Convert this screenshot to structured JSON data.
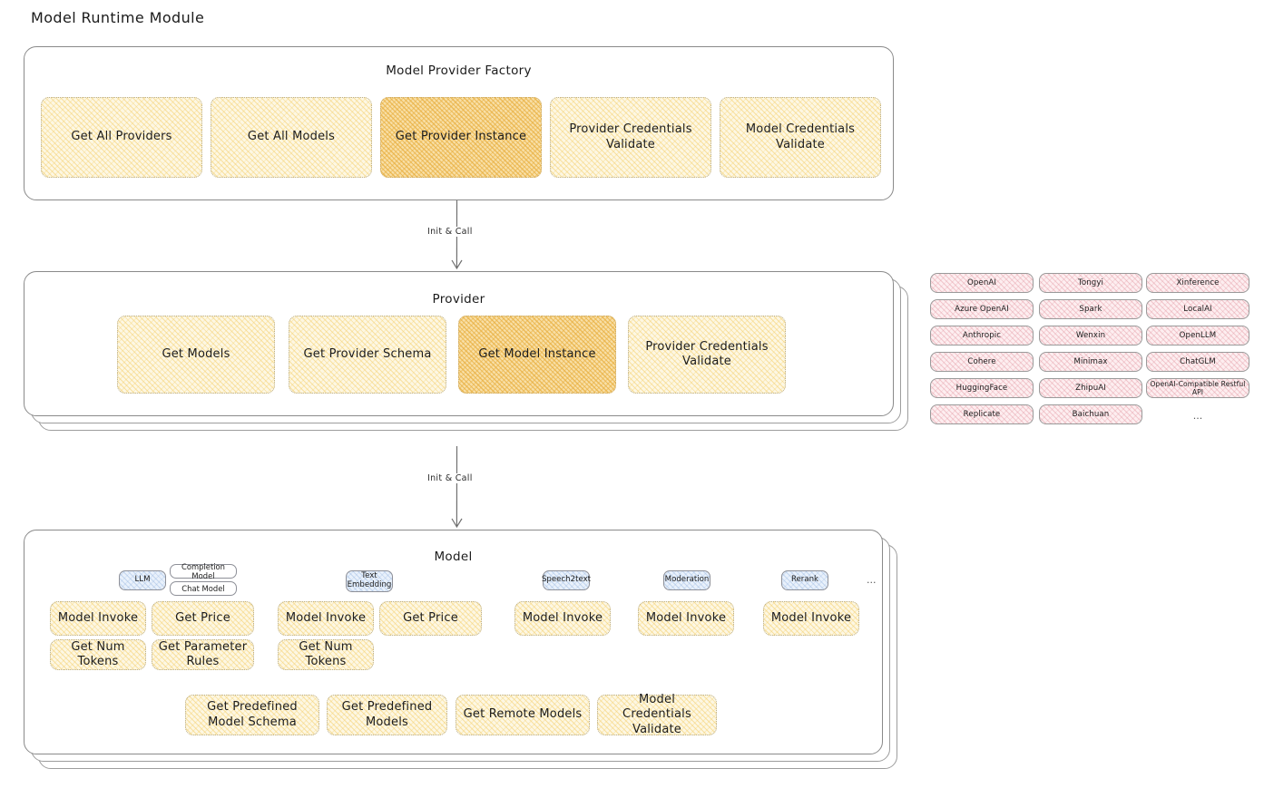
{
  "title": "Model Runtime Module",
  "factory": {
    "title": "Model Provider Factory",
    "boxes": [
      {
        "label": "Get All Providers",
        "highlight": false
      },
      {
        "label": "Get All Models",
        "highlight": false
      },
      {
        "label": "Get Provider Instance",
        "highlight": true
      },
      {
        "label": "Provider Credentials Validate",
        "highlight": false
      },
      {
        "label": "Model Credentials Validate",
        "highlight": false
      }
    ]
  },
  "arrow_top": {
    "label": "Init & Call"
  },
  "arrow_bottom": {
    "label": "Init & Call"
  },
  "provider": {
    "title": "Provider",
    "boxes": [
      {
        "label": "Get Models",
        "highlight": false
      },
      {
        "label": "Get Provider Schema",
        "highlight": false
      },
      {
        "label": "Get Model Instance",
        "highlight": true
      },
      {
        "label": "Provider Credentials Validate",
        "highlight": false
      }
    ]
  },
  "provider_list": {
    "columns": [
      {
        "items": [
          "OpenAI",
          "Azure OpenAI",
          "Anthropic",
          "Cohere",
          "HuggingFace",
          "Replicate"
        ],
        "more": ""
      },
      {
        "items": [
          "Tongyi",
          "Spark",
          "Wenxin",
          "Minimax",
          "ZhipuAI",
          "Baichuan"
        ],
        "more": ""
      },
      {
        "items": [
          "Xinference",
          "LocalAI",
          "OpenLLM",
          "ChatGLM",
          "OpenAI-Compatible Restful API"
        ],
        "more": "..."
      }
    ]
  },
  "model": {
    "title": "Model",
    "more": "...",
    "types": [
      {
        "name": "LLM",
        "subtypes": [
          "Completion Model",
          "Chat Model"
        ],
        "methods": [
          {
            "label": "Model Invoke",
            "highlight": true
          },
          {
            "label": "Get Price",
            "highlight": false
          },
          {
            "label": "Get Num Tokens",
            "highlight": false
          },
          {
            "label": "Get Parameter Rules",
            "highlight": false
          }
        ]
      },
      {
        "name": "Text Embedding",
        "subtypes": [],
        "methods": [
          {
            "label": "Model Invoke",
            "highlight": true
          },
          {
            "label": "Get Price",
            "highlight": false
          },
          {
            "label": "Get Num Tokens",
            "highlight": false
          }
        ]
      },
      {
        "name": "Speech2text",
        "subtypes": [],
        "methods": [
          {
            "label": "Model Invoke",
            "highlight": true
          }
        ]
      },
      {
        "name": "Moderation",
        "subtypes": [],
        "methods": [
          {
            "label": "Model Invoke",
            "highlight": true
          }
        ]
      },
      {
        "name": "Rerank",
        "subtypes": [],
        "methods": [
          {
            "label": "Model Invoke",
            "highlight": true
          }
        ]
      }
    ],
    "shared_methods": [
      {
        "label": "Get Predefined Model Schema"
      },
      {
        "label": "Get Predefined Models"
      },
      {
        "label": "Get Remote Models"
      },
      {
        "label": "Model Credentials Validate"
      }
    ]
  },
  "colors": {
    "node_fill": "#fdf7e3",
    "node_highlight_fill": "#f8dfa6",
    "provider_chip_fill": "#fdeef0",
    "model_type_chip_fill": "#e9f1fb",
    "panel_border": "#8a8a8a",
    "text": "#1c1c1c"
  }
}
